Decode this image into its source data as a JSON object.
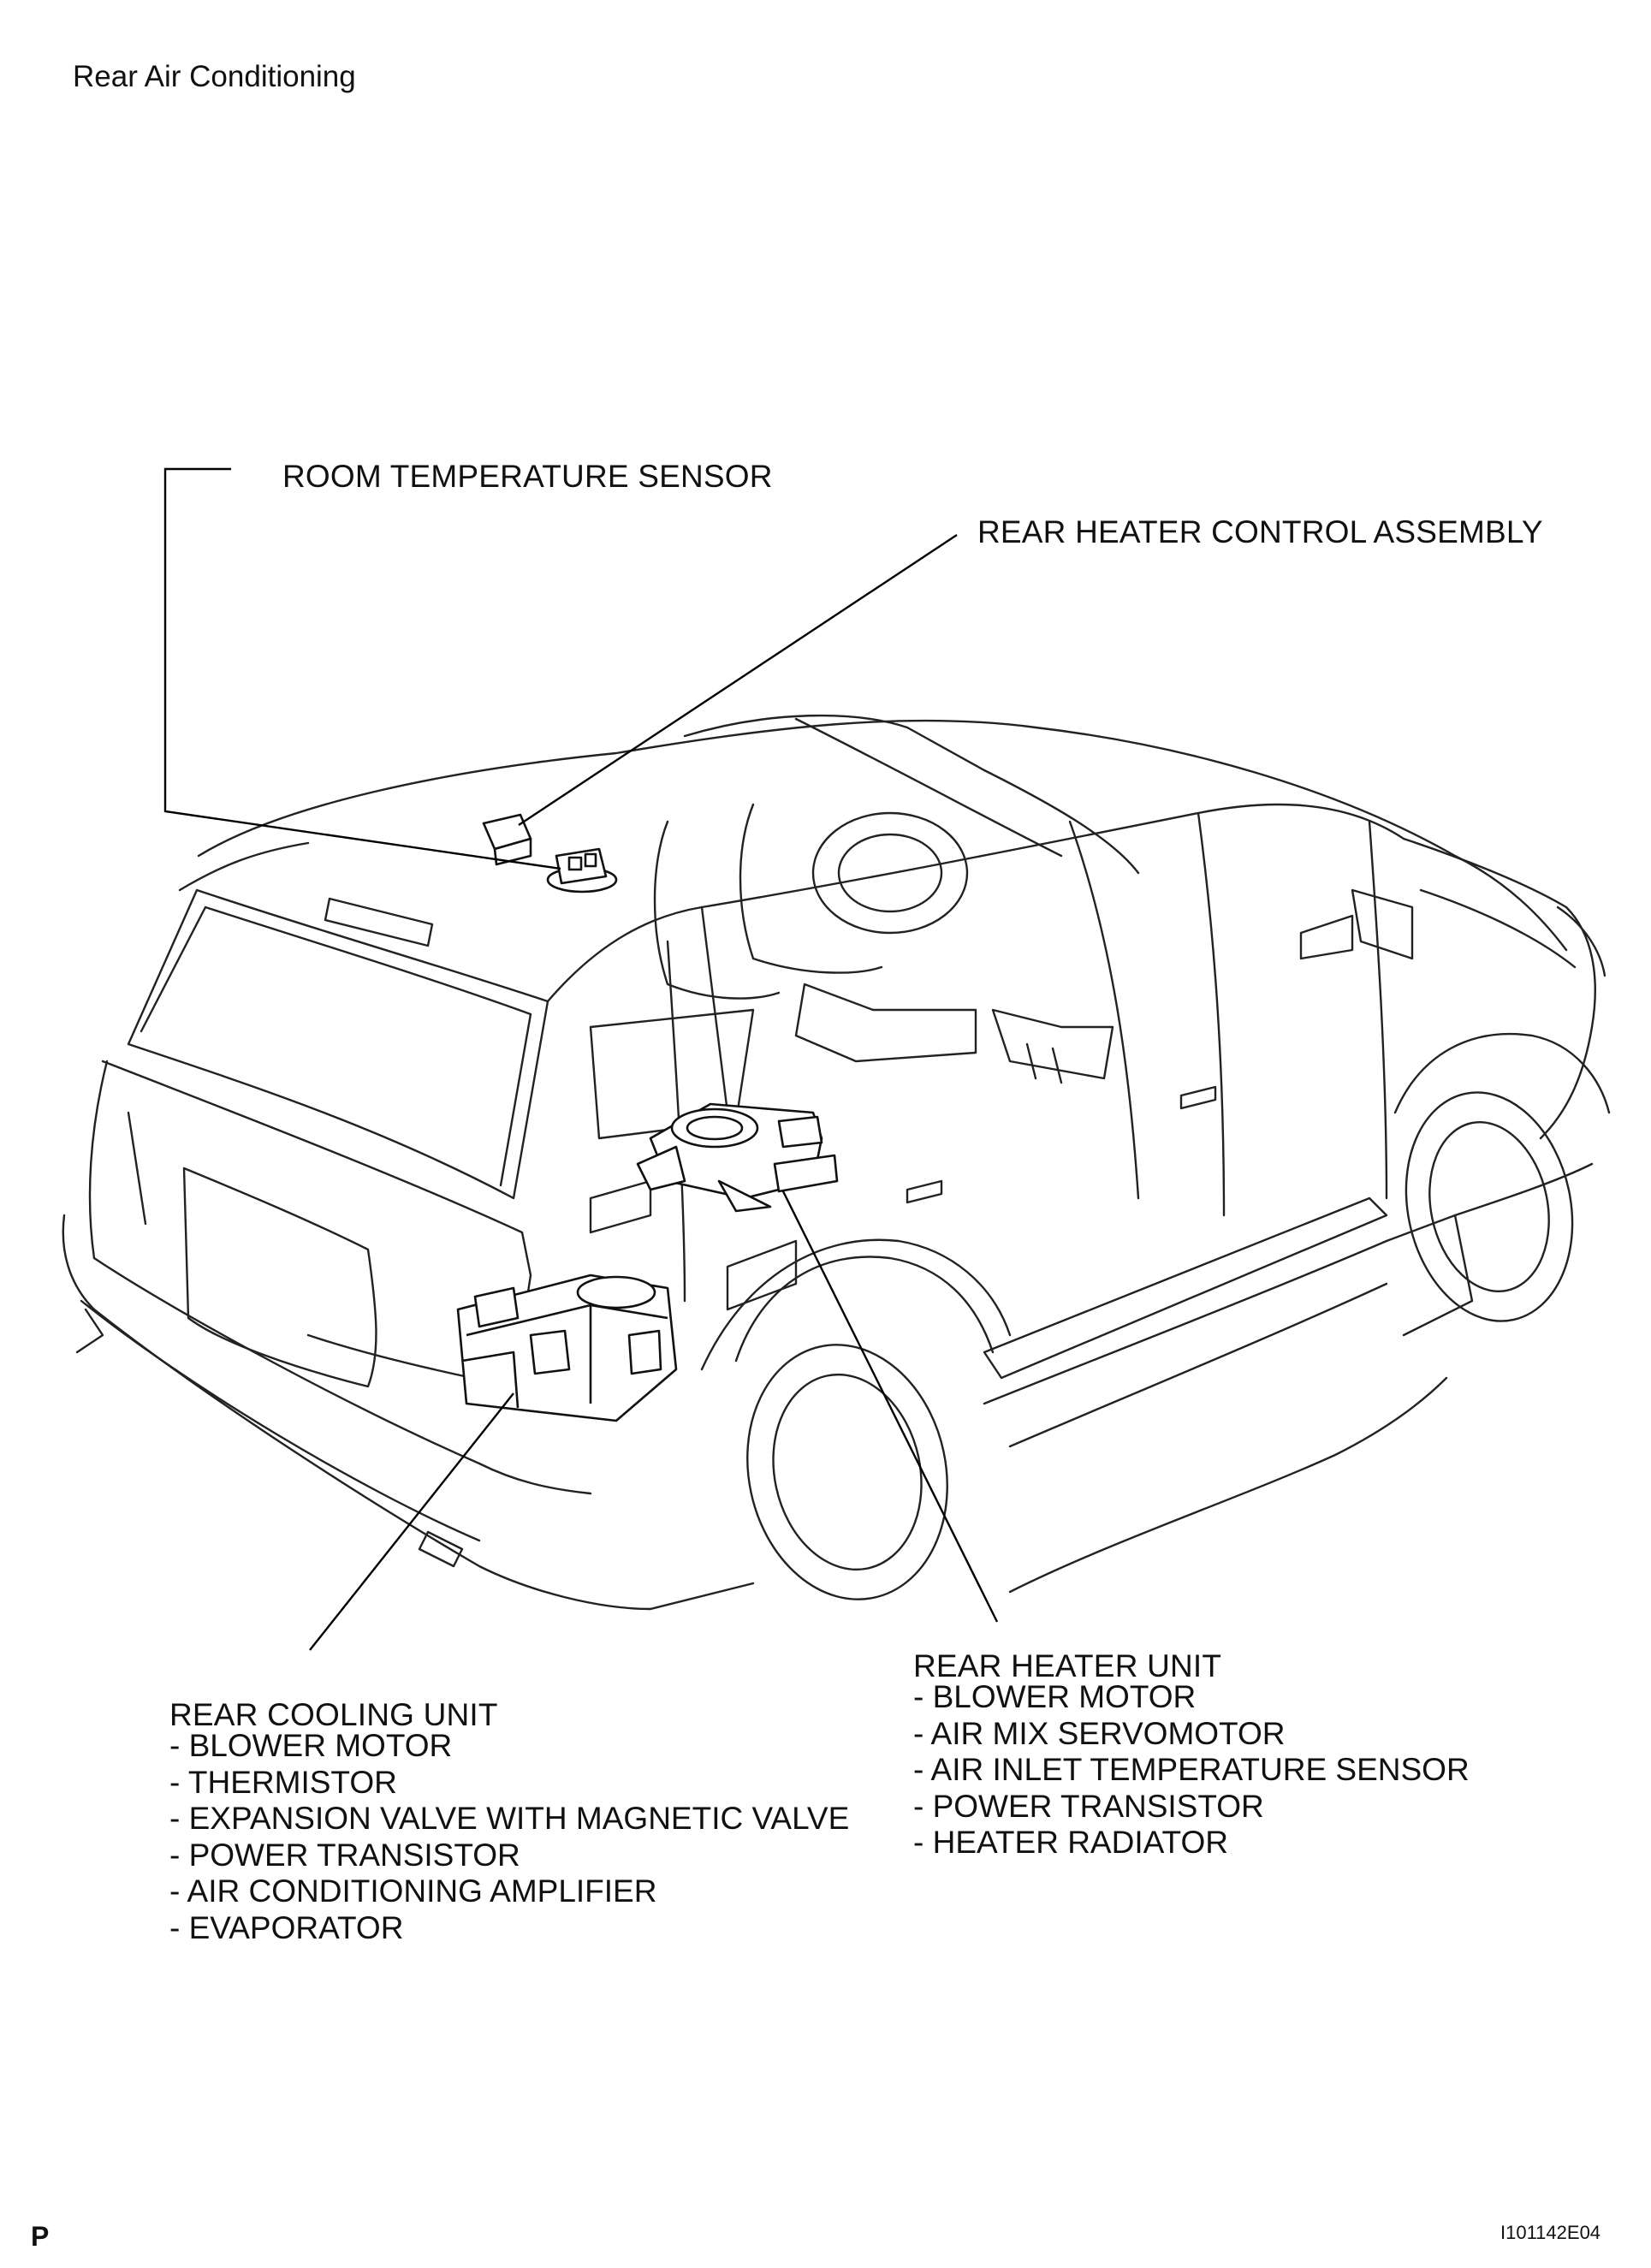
{
  "page": {
    "title": "Rear Air Conditioning",
    "footer_left": "P",
    "footer_right": "I101142E04"
  },
  "labels": {
    "room_temperature_sensor": "ROOM TEMPERATURE SENSOR",
    "rear_heater_control_assembly": "REAR HEATER CONTROL ASSEMBLY"
  },
  "rear_heater_unit": {
    "title": "REAR HEATER UNIT",
    "items": [
      "- BLOWER MOTOR",
      "- AIR MIX SERVOMOTOR",
      "- AIR INLET TEMPERATURE SENSOR",
      "- POWER TRANSISTOR",
      "- HEATER RADIATOR"
    ]
  },
  "rear_cooling_unit": {
    "title": "REAR COOLING UNIT",
    "items": [
      "- BLOWER MOTOR",
      "- THERMISTOR",
      "- EXPANSION VALVE WITH MAGNETIC VALVE",
      "- POWER TRANSISTOR",
      "- AIR CONDITIONING AMPLIFIER",
      "- EVAPORATOR"
    ]
  }
}
